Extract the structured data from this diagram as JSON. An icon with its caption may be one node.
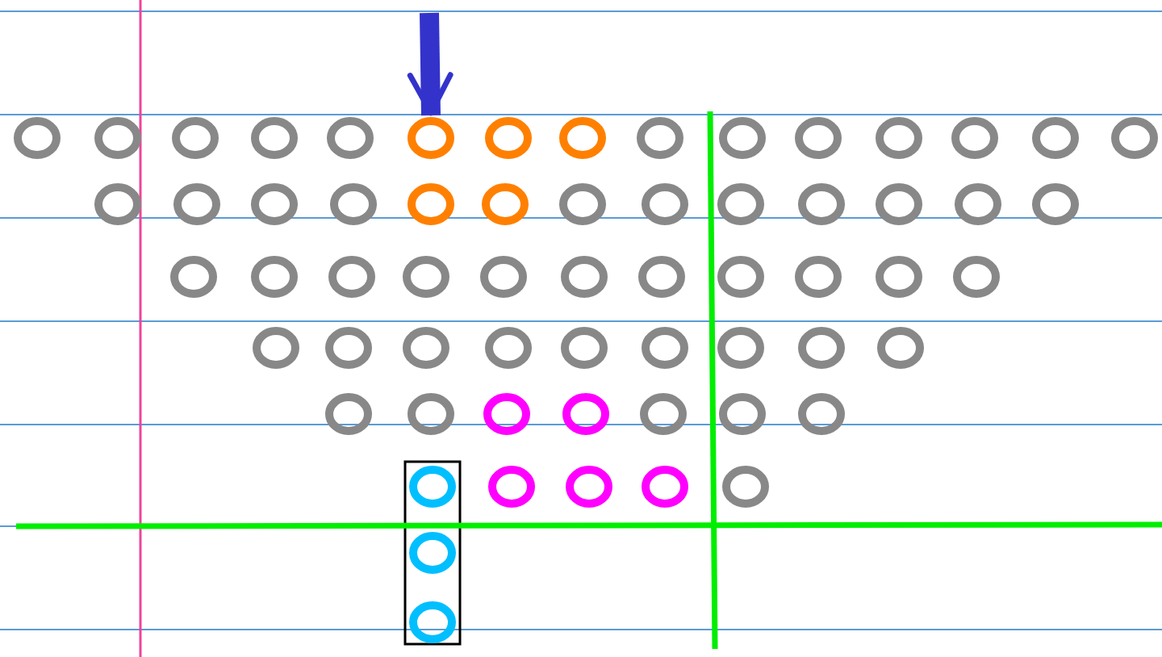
{
  "diagram": {
    "nodes": [
      {
        "text": [],
        "shape": "circle"
      },
      {
        "text": [],
        "shape": "circle"
      },
      {
        "text": [],
        "shape": "circle"
      },
      {
        "text": [],
        "shape": "circle"
      },
      {
        "text": [],
        "shape": "circle"
      },
      {
        "text": [],
        "shape": "circle"
      },
      {
        "text": [],
        "shape": "circle"
      },
      {
        "text": [],
        "shape": "circle"
      },
      {
        "text": [],
        "shape": "circle"
      },
      {
        "text": [],
        "shape": "circle"
      },
      {
        "text": [],
        "shape": "circle"
      },
      {
        "text": [],
        "shape": "circle"
      },
      {
        "text": [],
        "shape": "circle"
      },
      {
        "text": [],
        "shape": "circle"
      },
      {
        "text": [],
        "shape": "circle"
      },
      {
        "text": [],
        "shape": "circle"
      },
      {
        "text": [],
        "shape": "circle"
      },
      {
        "text": [],
        "shape": "circle"
      },
      {
        "text": [],
        "shape": "circle"
      },
      {
        "text": [],
        "shape": "circle"
      },
      {
        "text": [],
        "shape": "circle"
      },
      {
        "text": [],
        "shape": "circle"
      },
      {
        "text": [],
        "shape": "circle"
      },
      {
        "text": [],
        "shape": "circle"
      },
      {
        "text": [],
        "shape": "circle"
      },
      {
        "text": [],
        "shape": "circle"
      },
      {
        "text": [],
        "shape": "circle"
      },
      {
        "text": [],
        "shape": "circle"
      },
      {
        "text": [],
        "shape": "circle"
      },
      {
        "text": [],
        "shape": "circle"
      },
      {
        "text": [],
        "shape": "circle"
      },
      {
        "text": [],
        "shape": "circle"
      },
      {
        "text": [],
        "shape": "circle"
      },
      {
        "text": [],
        "shape": "circle"
      },
      {
        "text": [],
        "shape": "circle"
      },
      {
        "text": [],
        "shape": "circle"
      },
      {
        "text": [],
        "shape": "circle"
      },
      {
        "text": [],
        "shape": "circle"
      },
      {
        "text": [],
        "shape": "circle"
      },
      {
        "text": [],
        "shape": "circle"
      },
      {
        "text": [],
        "shape": "circle"
      },
      {
        "text": [],
        "shape": "circle"
      },
      {
        "text": [],
        "shape": "circle"
      },
      {
        "text": [],
        "shape": "circle"
      },
      {
        "text": [],
        "shape": "circle"
      },
      {
        "text": [],
        "shape": "circle"
      },
      {
        "text": [],
        "shape": "circle"
      },
      {
        "text": [],
        "shape": "circle"
      },
      {
        "text": [],
        "shape": "circle"
      },
      {
        "text": [],
        "shape": "circle"
      },
      {
        "text": [],
        "shape": "circle"
      },
      {
        "text": [],
        "shape": "circle"
      },
      {
        "text": [],
        "shape": "circle"
      },
      {
        "text": [],
        "shape": "circle"
      },
      {
        "text": [],
        "shape": "circle"
      },
      {
        "text": [],
        "shape": "circle"
      },
      {
        "text": [],
        "shape": "circle"
      },
      {
        "text": [],
        "shape": "circle"
      },
      {
        "text": [],
        "shape": "circle"
      },
      {
        "text": [],
        "shape": "circle"
      },
      {
        "text": [],
        "shape": "circle"
      },
      {
        "text": [],
        "shape": "circle"
      }
    ],
    "edges": [
      {
        "from": null,
        "to": 5,
        "arrow": "to"
      }
    ]
  }
}
